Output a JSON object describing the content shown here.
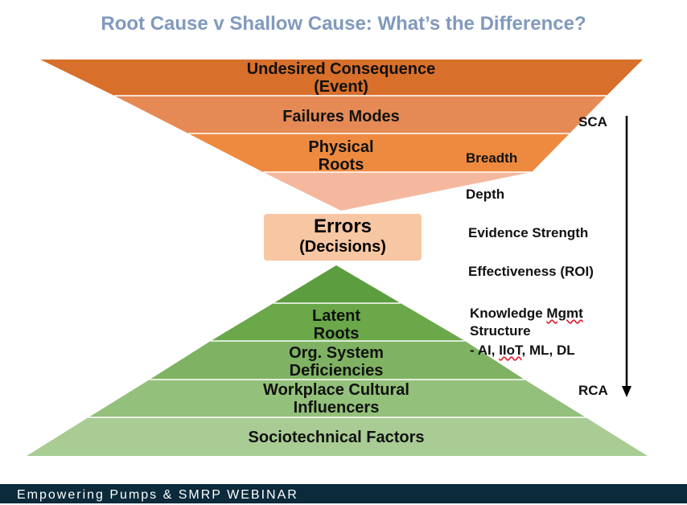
{
  "title": "Root Cause v Shallow Cause: What’s the Difference?",
  "top_funnel": [
    {
      "line1": "Undesired Consequence",
      "line2": "(Event)",
      "color": "#d86f2b"
    },
    {
      "line1": "Failures Modes",
      "line2": "",
      "color": "#e68a55"
    },
    {
      "line1": "Physical",
      "line2": "Roots",
      "color": "#ee8a3f"
    },
    {
      "line1": "",
      "line2": "",
      "color": "#f3b89d"
    }
  ],
  "errors": {
    "title": "Errors",
    "subtitle": "(Decisions)",
    "color": "#f7c6a2"
  },
  "bottom_pyramid": [
    {
      "line1": "",
      "line2": "",
      "color": "#5c9d3f"
    },
    {
      "line1": "Latent",
      "line2": "Roots",
      "color": "#6aa84a"
    },
    {
      "line1": "Org. System",
      "line2": "Deficiencies",
      "color": "#7fb363"
    },
    {
      "line1": "Workplace Cultural",
      "line2": "Influencers",
      "color": "#93c07b"
    },
    {
      "line1": "Sociotechnical Factors",
      "line2": "",
      "color": "#a8cc93"
    }
  ],
  "side": {
    "sca": "SCA",
    "rca": "RCA",
    "criteria": {
      "breadth": "Breadth",
      "depth": "Depth",
      "evidence": "Evidence Strength",
      "effectiveness": "Effectiveness (ROI)",
      "knowledge_pre": "Knowledge ",
      "knowledge_mgmt": "Mgmt",
      "structure": "Structure",
      "tech_pre": " - AI, ",
      "tech_iiot": "IIoT",
      "tech_post": ", ML, DL"
    }
  },
  "footer": "Empowering Pumps & SMRP WEBINAR"
}
